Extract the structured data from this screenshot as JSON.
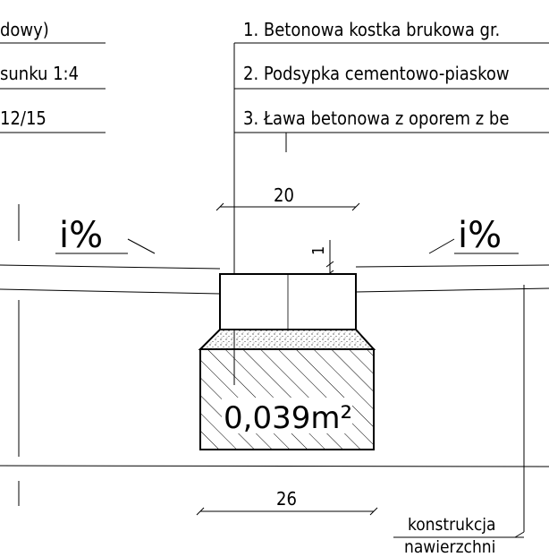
{
  "left_notes": {
    "line1": "dowy)",
    "line2": "sunku 1:4",
    "line3": "12/15"
  },
  "legend": {
    "item1": "1. Betonowa kostka brukowa gr.",
    "item2": "2. Podsypka cementowo-piaskow",
    "item3": "3. Ława betonowa z oporem z be"
  },
  "labels": {
    "slope_left": "i%",
    "slope_right": "i%",
    "dim_top": "20",
    "dim_small": "1",
    "area": "0,039m²",
    "dim_bottom": "26",
    "construction_line1": "konstrukcja",
    "construction_line2": "nawierzchni"
  },
  "colors": {
    "ink": "#000000",
    "background": "#ffffff"
  }
}
